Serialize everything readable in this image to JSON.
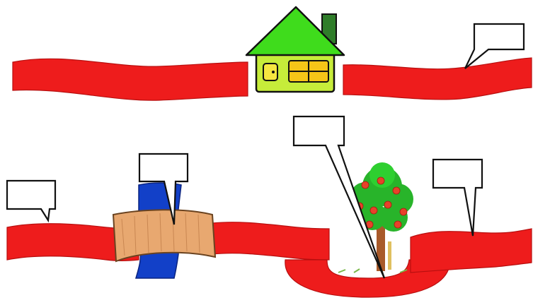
{
  "scene": {
    "colors": {
      "road": "#ee1c1c",
      "road_edge": "#b80f0f",
      "roof": "#3fdc1c",
      "house_wall": "#c6ec3a",
      "window": "#f5c518",
      "chimney": "#2f7d2a",
      "river": "#1240c8",
      "bridge": "#e8a870",
      "tree_foliage": "#28b42a",
      "tree_trunk": "#a85a2a",
      "apple": "#e8412a",
      "callout_border": "#111111"
    },
    "icons": {
      "house": "house-icon",
      "bridge": "bridge-icon",
      "river": "river-icon",
      "tree": "apple-tree-icon"
    },
    "callouts": [
      {
        "name": "callout-house-road",
        "text": ""
      },
      {
        "name": "callout-left-road",
        "text": ""
      },
      {
        "name": "callout-bridge",
        "text": ""
      },
      {
        "name": "callout-tunnel",
        "text": ""
      },
      {
        "name": "callout-right-road",
        "text": ""
      }
    ]
  }
}
